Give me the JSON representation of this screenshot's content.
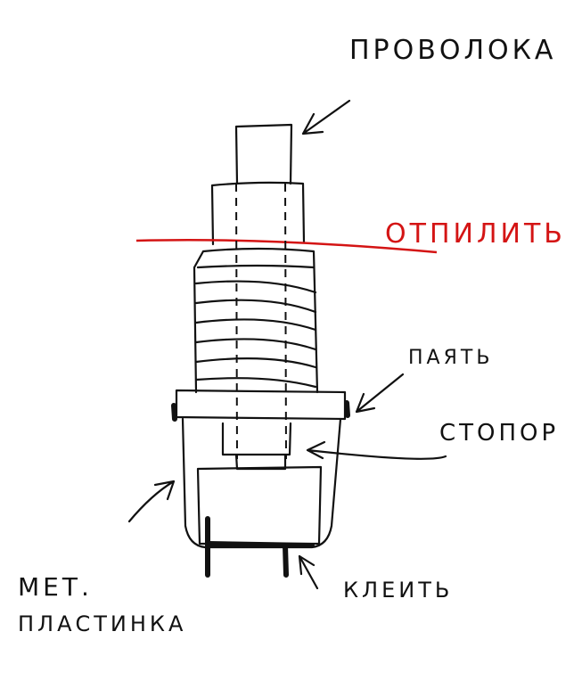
{
  "labels": {
    "wire": "ПРОВОЛОКА",
    "cut": "ОТПИЛИТЬ",
    "solder": "ПАЯТЬ",
    "stopper": "СТОПОР",
    "plate_line1": "МЕТ.",
    "plate_line2": "ПЛАСТИНКА",
    "glue": "КЛЕИТЬ"
  },
  "colors": {
    "ink": "#111111",
    "cut_line": "#d41414"
  }
}
